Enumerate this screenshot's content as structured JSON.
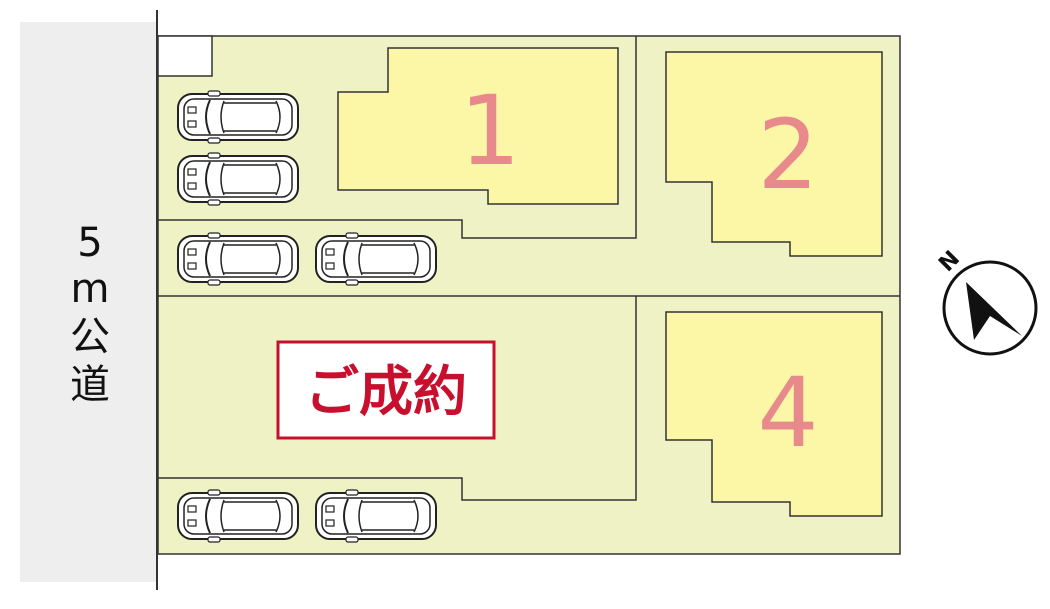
{
  "road": {
    "label_chars": [
      "5",
      "m",
      "公",
      "道"
    ]
  },
  "lots": [
    {
      "number": "1"
    },
    {
      "number": "2"
    },
    {
      "number": "4"
    }
  ],
  "sold_label": "ご成約",
  "north_label": "N",
  "colors": {
    "road": "#eeeeee",
    "land": "#eef2c4",
    "building": "#fbf7a6",
    "lot_number": "#e88a8c",
    "sold": "#c8102e",
    "outline": "#333333"
  }
}
